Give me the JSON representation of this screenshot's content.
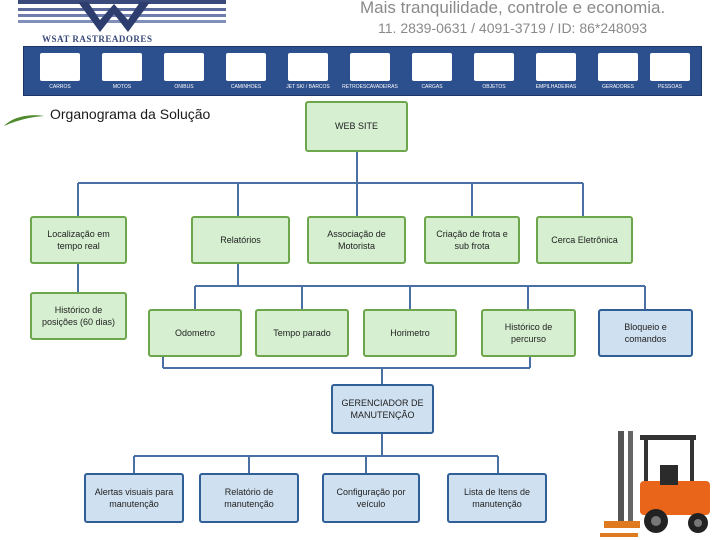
{
  "header": {
    "logo_text": "WSAT  RASTREADORES",
    "tagline": "Mais tranquilidade, controle e economia.",
    "contact": "11. 2839-0631 / 4091-3719 / ID: 86*248093",
    "categories": [
      "CARROS",
      "MOTOS",
      "ÔNIBUS",
      "CAMINHÕES",
      "JET SKI / BARCOS",
      "RETROESCAVADEIRAS",
      "CARGAS",
      "OBJETOS",
      "EMPILHADEIRAS",
      "GERADORES",
      "PESSOAS"
    ]
  },
  "title": "Organograma da Solução",
  "nodes": {
    "website": "WEB SITE",
    "localizacao": "Localização em tempo real",
    "historico_posicoes": "Histórico de posições (60 dias)",
    "relatorios": "Relatórios",
    "associacao": "Associação de Motorista",
    "criacao_frota": "Criação de frota e sub frota",
    "cerca": "Cerca Eletrônica",
    "odometro": "Odometro",
    "tempo_parado": "Tempo parado",
    "horimetro": "Horimetro",
    "historico_percurso": "Histórico de percurso",
    "bloqueio": "Bloqueio e comandos",
    "gerenciador": "GERENCIADOR DE MANUTENÇÃO",
    "alertas": "Alertas visuais para manutenção",
    "relatorio_manutencao": "Relatório de manutenção",
    "configuracao": "Configuração por veículo",
    "lista_itens": "Lista de Itens de manutenção"
  },
  "colors": {
    "green_border": "#6da64b",
    "blue_border": "#2f5f96",
    "connector": "#4a6fa5",
    "banner": "#2c4f8e"
  }
}
